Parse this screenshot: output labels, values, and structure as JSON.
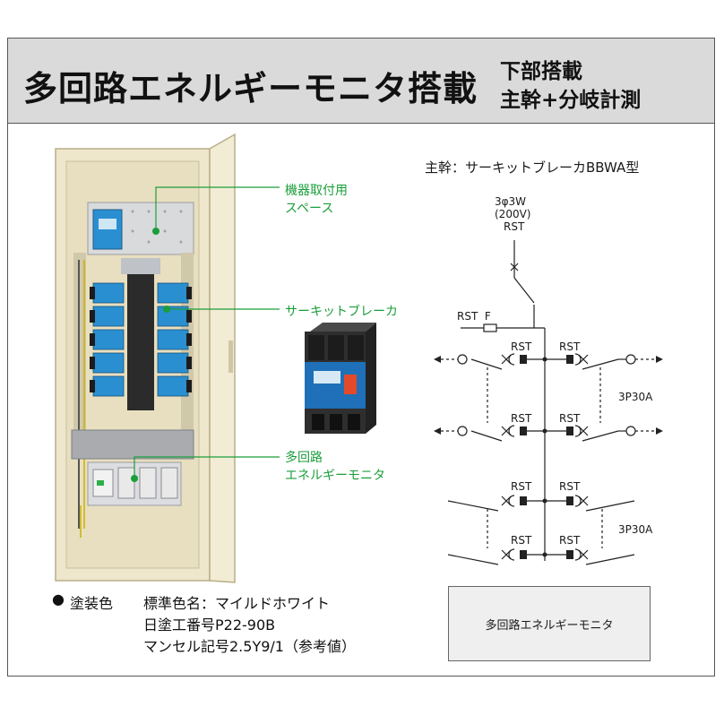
{
  "header": {
    "title": "多回路エネルギーモニタ搭載",
    "sub_line1": "下部搭載",
    "sub_line2": "主幹+分岐計測"
  },
  "callouts": {
    "space_line1": "機器取付用",
    "space_line2": "スペース",
    "breaker": "サーキットブレーカ",
    "monitor_line1": "多回路",
    "monitor_line2": "エネルギーモニタ"
  },
  "diagram": {
    "main_label": "主幹：サーキットブレーカBBWA型",
    "supply_line1": "3φ3W",
    "supply_line2": "(200V)",
    "supply_line3": "RST",
    "rst_f": "RST  F",
    "branch_labels": [
      "RST",
      "RST",
      "RST",
      "RST",
      "RST",
      "RST",
      "RST",
      "RST"
    ],
    "group_label_1": "3P30A",
    "group_label_2": "3P30A",
    "monitor_box": "多回路エネルギーモニタ"
  },
  "paint": {
    "bullet": "●",
    "heading": "塗装色",
    "line1": "標準色名：マイルドホワイト",
    "line2": "日塗工番号P22-90B",
    "line3": "マンセル記号2.5Y9/1（参考値）"
  },
  "colors": {
    "header_bg": "#dadada",
    "callout_green": "#1a9e3a",
    "panel_cream": "#f1ead2",
    "breaker_blue": "#2a8fd0"
  }
}
